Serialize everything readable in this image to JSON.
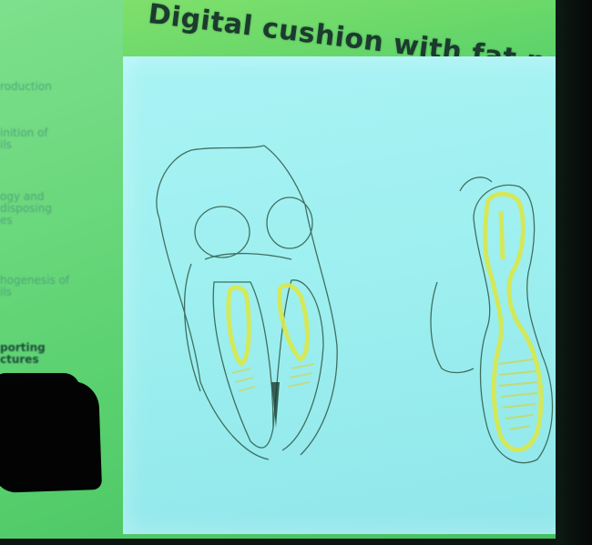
{
  "slide": {
    "title": "Digital cushion with fat pads"
  },
  "sidebar": {
    "items": [
      {
        "label": "roduction"
      },
      {
        "label": "inition of\nils"
      },
      {
        "label": "ogy and\ndisposing\nes"
      },
      {
        "label": "hogenesis of\nils"
      },
      {
        "label": "porting\nctures"
      }
    ]
  },
  "colors": {
    "slide_green": "#58d06e",
    "panel_cyan": "#9defef",
    "title_text": "#1b3b2e",
    "fat_pad_yellow": "#d9e84a",
    "sketch_line": "#2f5a4a",
    "redaction": "#020302"
  },
  "figures": [
    {
      "name": "claw-rear-view-sketch"
    },
    {
      "name": "claw-sole-view-sketch"
    }
  ]
}
